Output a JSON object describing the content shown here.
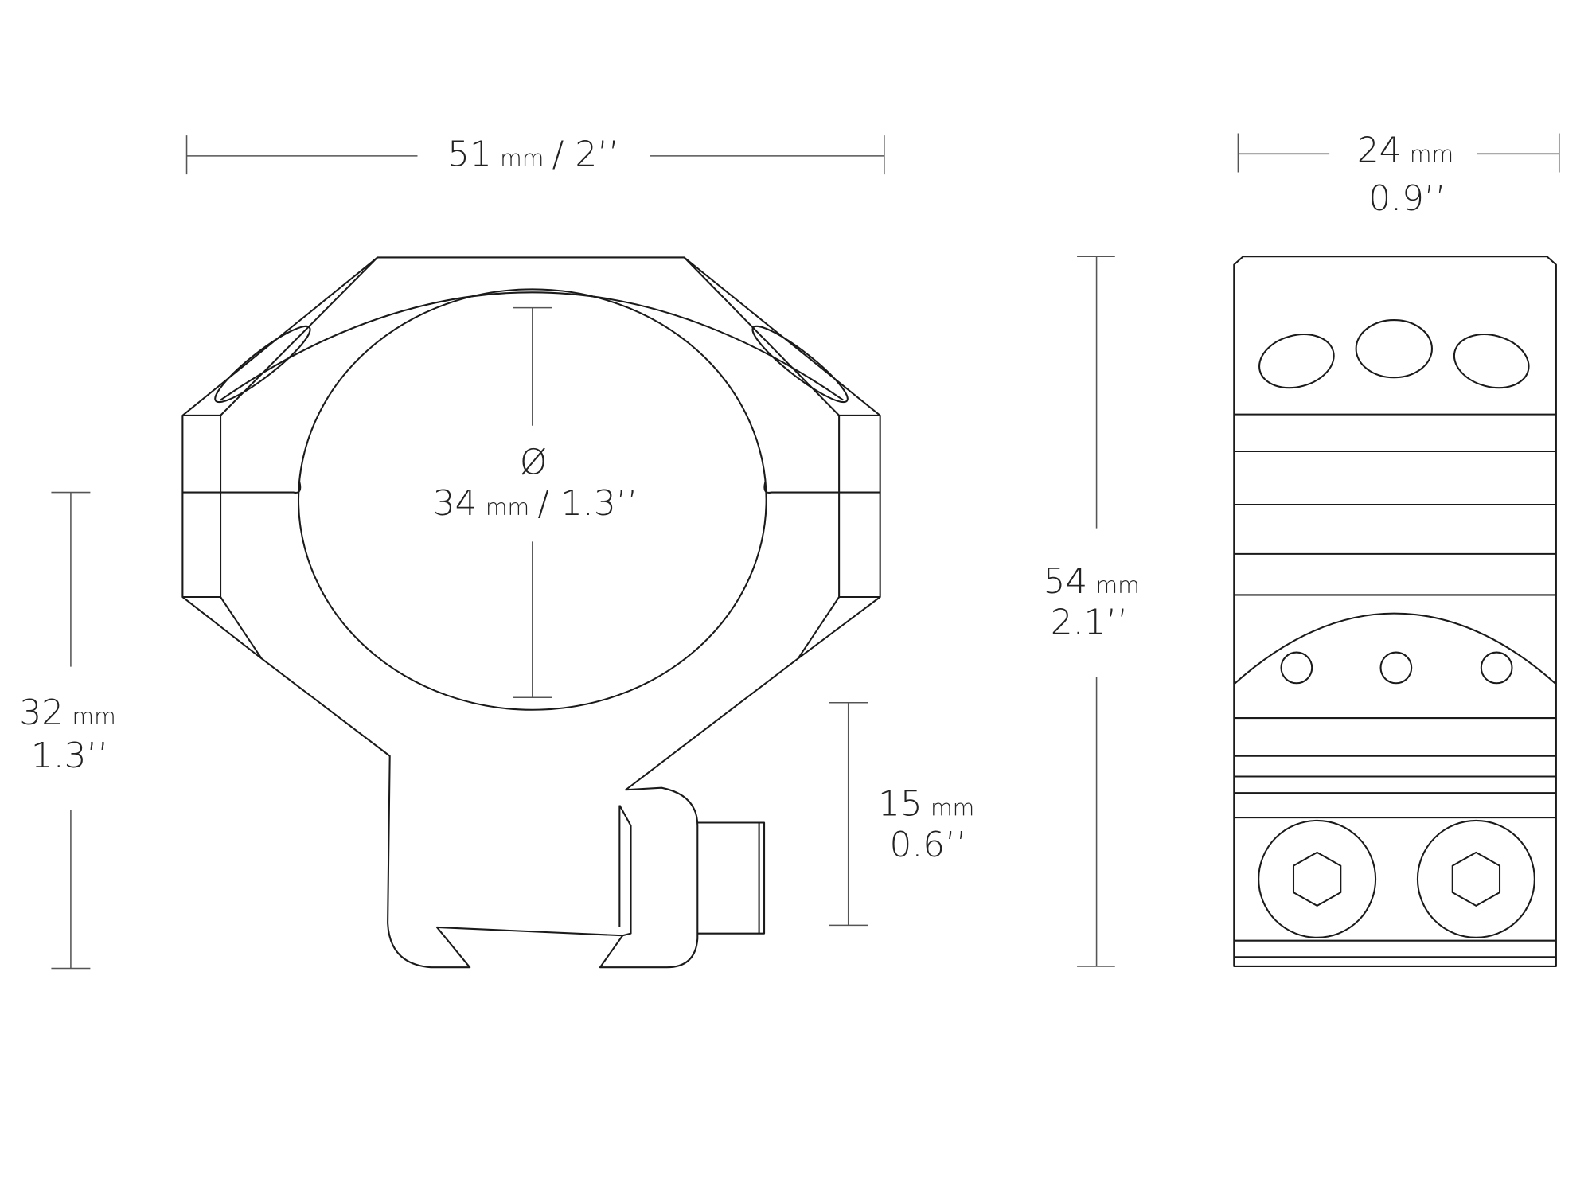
{
  "dimensions": {
    "width": {
      "value": "51",
      "unit": "mm",
      "imperial": "/ 2’’"
    },
    "depth": {
      "value": "24",
      "unit": "mm",
      "imperial": "0.9’’"
    },
    "diameter": {
      "symbol": "Ø",
      "value": "34",
      "unit": "mm",
      "imperial": "/ 1.3’’"
    },
    "height": {
      "value": "54",
      "unit": "mm",
      "imperial": "2.1’’"
    },
    "center_height": {
      "value": "32",
      "unit": "mm",
      "imperial": "1.3’’"
    },
    "base_height": {
      "value": "15",
      "unit": "mm",
      "imperial": "0.6’’"
    }
  },
  "colors": {
    "line": "#1a1a1a",
    "dimension": "#555555",
    "background": "#ffffff"
  }
}
